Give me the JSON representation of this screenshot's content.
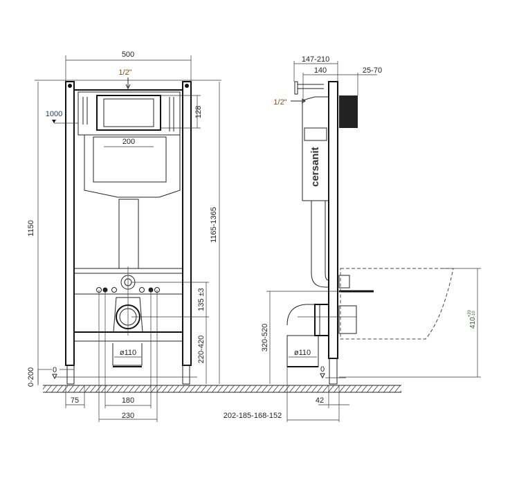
{
  "front_view": {
    "width": "500",
    "height_frame": "1150",
    "height_range": "1165-1365",
    "inlet": "1/2\"",
    "inlet_height": "1000",
    "button_height": "128",
    "button_width": "200",
    "outlet_offset": "135 ±3",
    "outlet_height": "220-420",
    "foot_range": "0-200",
    "zero_level": "0",
    "foot_width": "75",
    "bolt_spacing_inner": "180",
    "bolt_spacing_outer": "230",
    "pipe_diameter": "ø110"
  },
  "side_view": {
    "depth_range": "147-210",
    "depth": "140",
    "wall_range": "25-70",
    "inlet": "1/2\"",
    "brand": "cersanit",
    "bowl_height": "410",
    "bowl_tol_plus": "+20",
    "bowl_tol_minus": "-10",
    "drain_height": "320-520",
    "pipe_diameter": "ø110",
    "zero_level": "0",
    "foot_depth": "42",
    "drain_offset": "202-185-168-152"
  }
}
